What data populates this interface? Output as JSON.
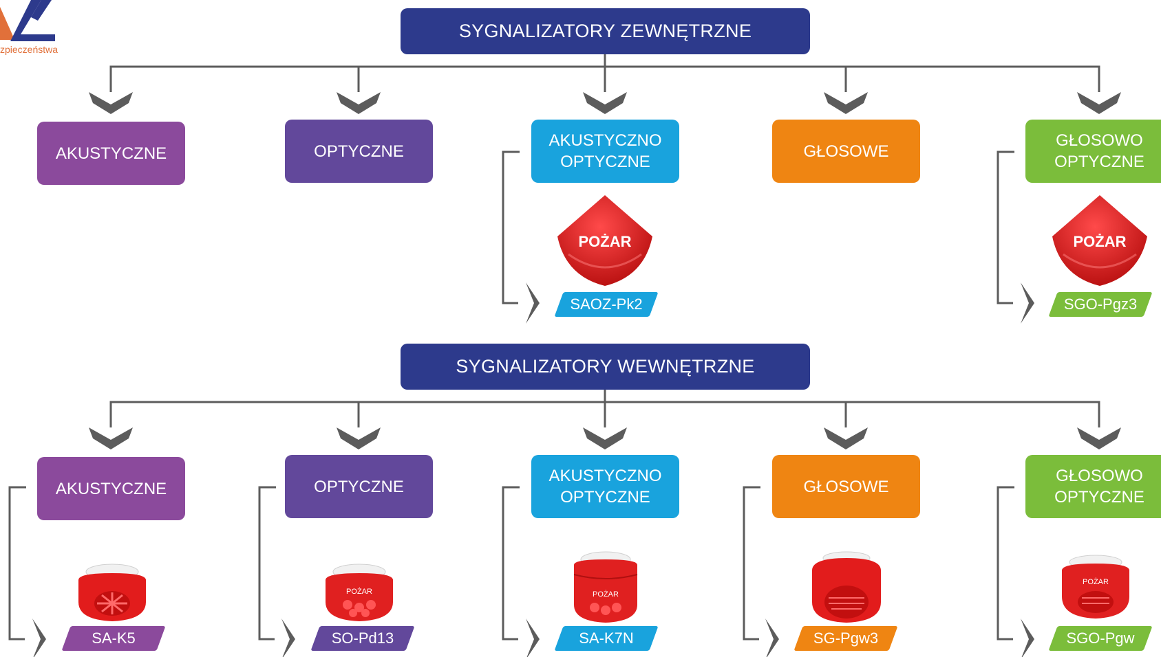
{
  "logo": {
    "text": "zpieczeństwa",
    "colors": {
      "orange": "#e1703a",
      "blue": "#2d3a8c"
    }
  },
  "headers": {
    "external": "SYGNALIZATORY ZEWNĘTRZNE",
    "internal": "SYGNALIZATORY WEWNĘTRZNE"
  },
  "external": {
    "categories": [
      {
        "label": "AKUSTYCZNE",
        "color": "#8b4a9c"
      },
      {
        "label": "OPTYCZNE",
        "color": "#62489b"
      },
      {
        "label": "AKUSTYCZNO\nOPTYCZNE",
        "color": "#19a3dd"
      },
      {
        "label": "GŁOSOWE",
        "color": "#ef8512"
      },
      {
        "label": "GŁOSOWO\nOPTYCZNE",
        "color": "#7bbd3b"
      }
    ],
    "products": [
      {
        "name": "SAOZ-Pk2",
        "device_text": "POŻAR",
        "device_icon": "external-siren-icon",
        "column": 2
      },
      {
        "name": "SGO-Pgz3",
        "device_text": "POŻAR",
        "device_icon": "external-siren-icon",
        "column": 4
      }
    ]
  },
  "internal": {
    "categories": [
      {
        "label": "AKUSTYCZNE",
        "color": "#8b4a9c"
      },
      {
        "label": "OPTYCZNE",
        "color": "#62489b"
      },
      {
        "label": "AKUSTYCZNO\nOPTYCZNE",
        "color": "#19a3dd"
      },
      {
        "label": "GŁOSOWE",
        "color": "#ef8512"
      },
      {
        "label": "GŁOSOWO\nOPTYCZNE",
        "color": "#7bbd3b"
      }
    ],
    "products": [
      {
        "name": "SA-K5",
        "device_text": "",
        "device_icon": "round-sounder-icon",
        "column": 0
      },
      {
        "name": "SO-Pd13",
        "device_text": "POŻAR",
        "device_icon": "strobe-icon",
        "column": 1
      },
      {
        "name": "SA-K7N",
        "device_text": "POŻAR",
        "device_icon": "sounder-strobe-icon",
        "column": 2
      },
      {
        "name": "SG-Pgw3",
        "device_text": "",
        "device_icon": "speaker-icon",
        "column": 3
      },
      {
        "name": "SGO-Pgw",
        "device_text": "POŻAR",
        "device_icon": "voice-strobe-icon",
        "column": 4
      }
    ]
  },
  "colors": {
    "connector": "#5c5c5c",
    "header_bg": "#2d3a8c",
    "device_red": "#e02020"
  }
}
